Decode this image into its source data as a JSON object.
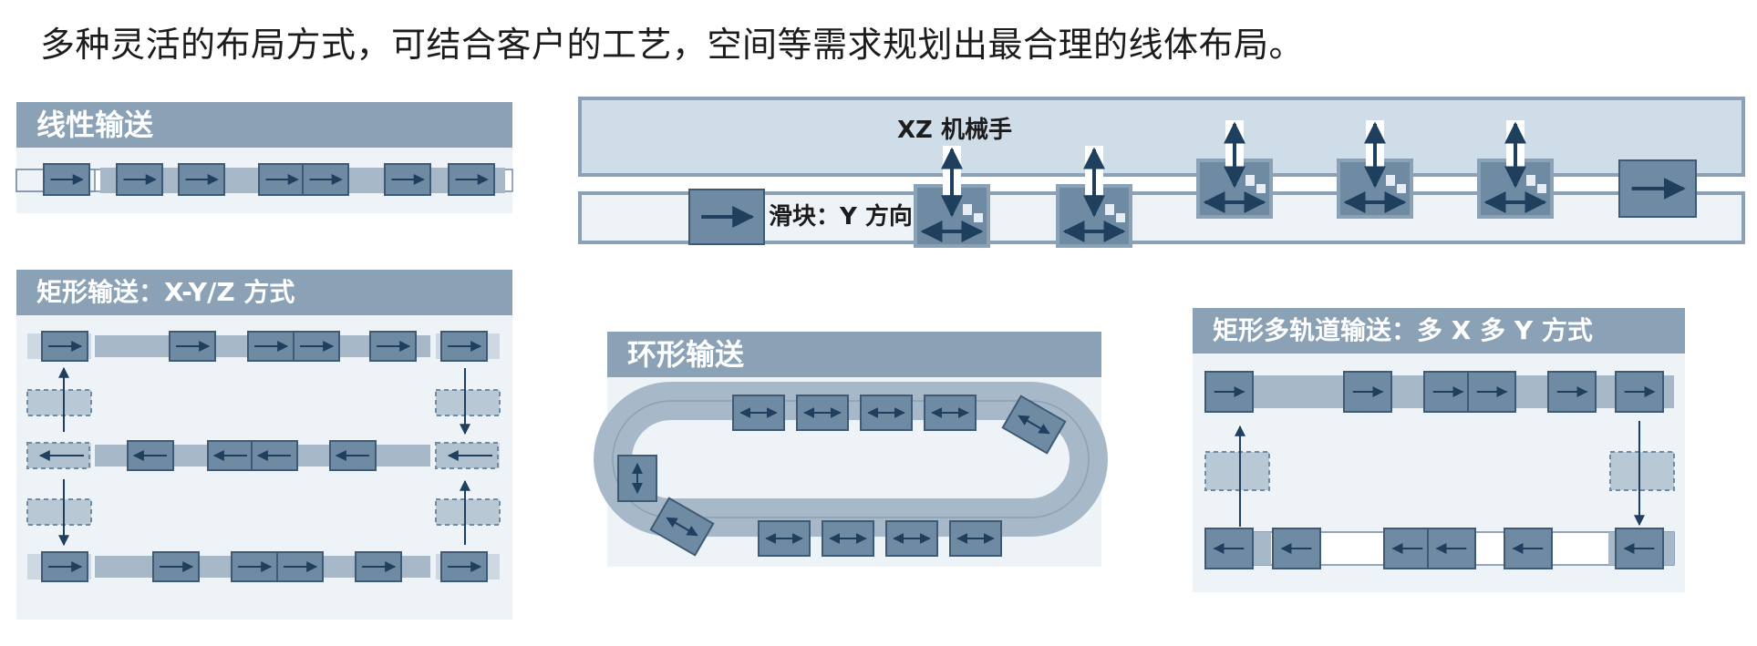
{
  "headline": "多种灵活的布局方式，可结合客户的工艺，空间等需求规划出最合理的线体布局。",
  "panels": {
    "linear": {
      "title": "线性输送"
    },
    "rect_xyz": {
      "title": "矩形输送：X-Y/Z 方式"
    },
    "ring": {
      "title": "环形输送"
    },
    "multi_track": {
      "title": "矩形多轨道输送：多 X 多 Y 方式"
    },
    "xz_robot": {
      "robot_label": "XZ 机械手",
      "slider_label": "滑块：Y 方向"
    }
  },
  "colors": {
    "carrier_fill": "#6f8aa3",
    "carrier_stroke": "#3e5a75",
    "track_fill": "#a7b9c9",
    "panel_bg": "#eef3f8",
    "title_bar": "#8aa1b6",
    "arrow": "#1f3f5e",
    "robot_rail": "#cfdde9"
  }
}
